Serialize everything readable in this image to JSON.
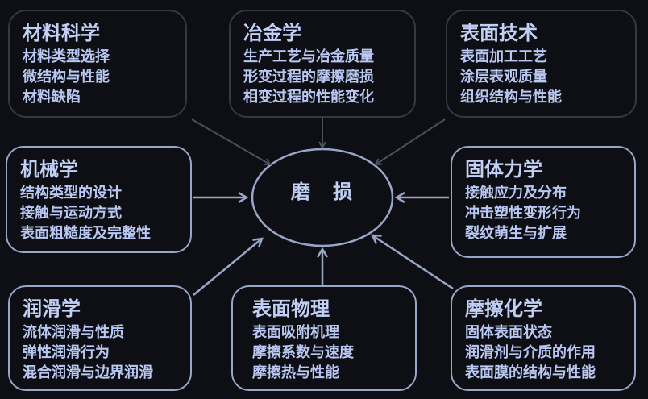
{
  "center": {
    "label": "磨　损"
  },
  "boxes": [
    {
      "title": "材料科学",
      "items": [
        "材料类型选择",
        "微结构与性能",
        "材料缺陷"
      ]
    },
    {
      "title": "冶金学",
      "items": [
        "生产工艺与冶金质量",
        "形变过程的摩擦磨损",
        "相变过程的性能变化"
      ]
    },
    {
      "title": "表面技术",
      "items": [
        "表面加工工艺",
        "涂层表观质量",
        "组织结构与性能"
      ]
    },
    {
      "title": "机械学",
      "items": [
        "结构类型的设计",
        "接触与运动方式",
        "表面粗糙度及完整性"
      ]
    },
    {
      "title": "固体力学",
      "items": [
        "接触应力及分布",
        "冲击塑性变形行为",
        "裂纹萌生与扩展"
      ]
    },
    {
      "title": "润滑学",
      "items": [
        "流体润滑与性质",
        "弹性润滑行为",
        "混合润滑与边界润滑"
      ]
    },
    {
      "title": "表面物理",
      "items": [
        "表面吸附机理",
        "摩擦系数与速度",
        "摩擦热与性能"
      ]
    },
    {
      "title": "摩擦化学",
      "items": [
        "固体表面状态",
        "润滑剂与介质的作用",
        "表面膜的结构与性能"
      ]
    }
  ]
}
